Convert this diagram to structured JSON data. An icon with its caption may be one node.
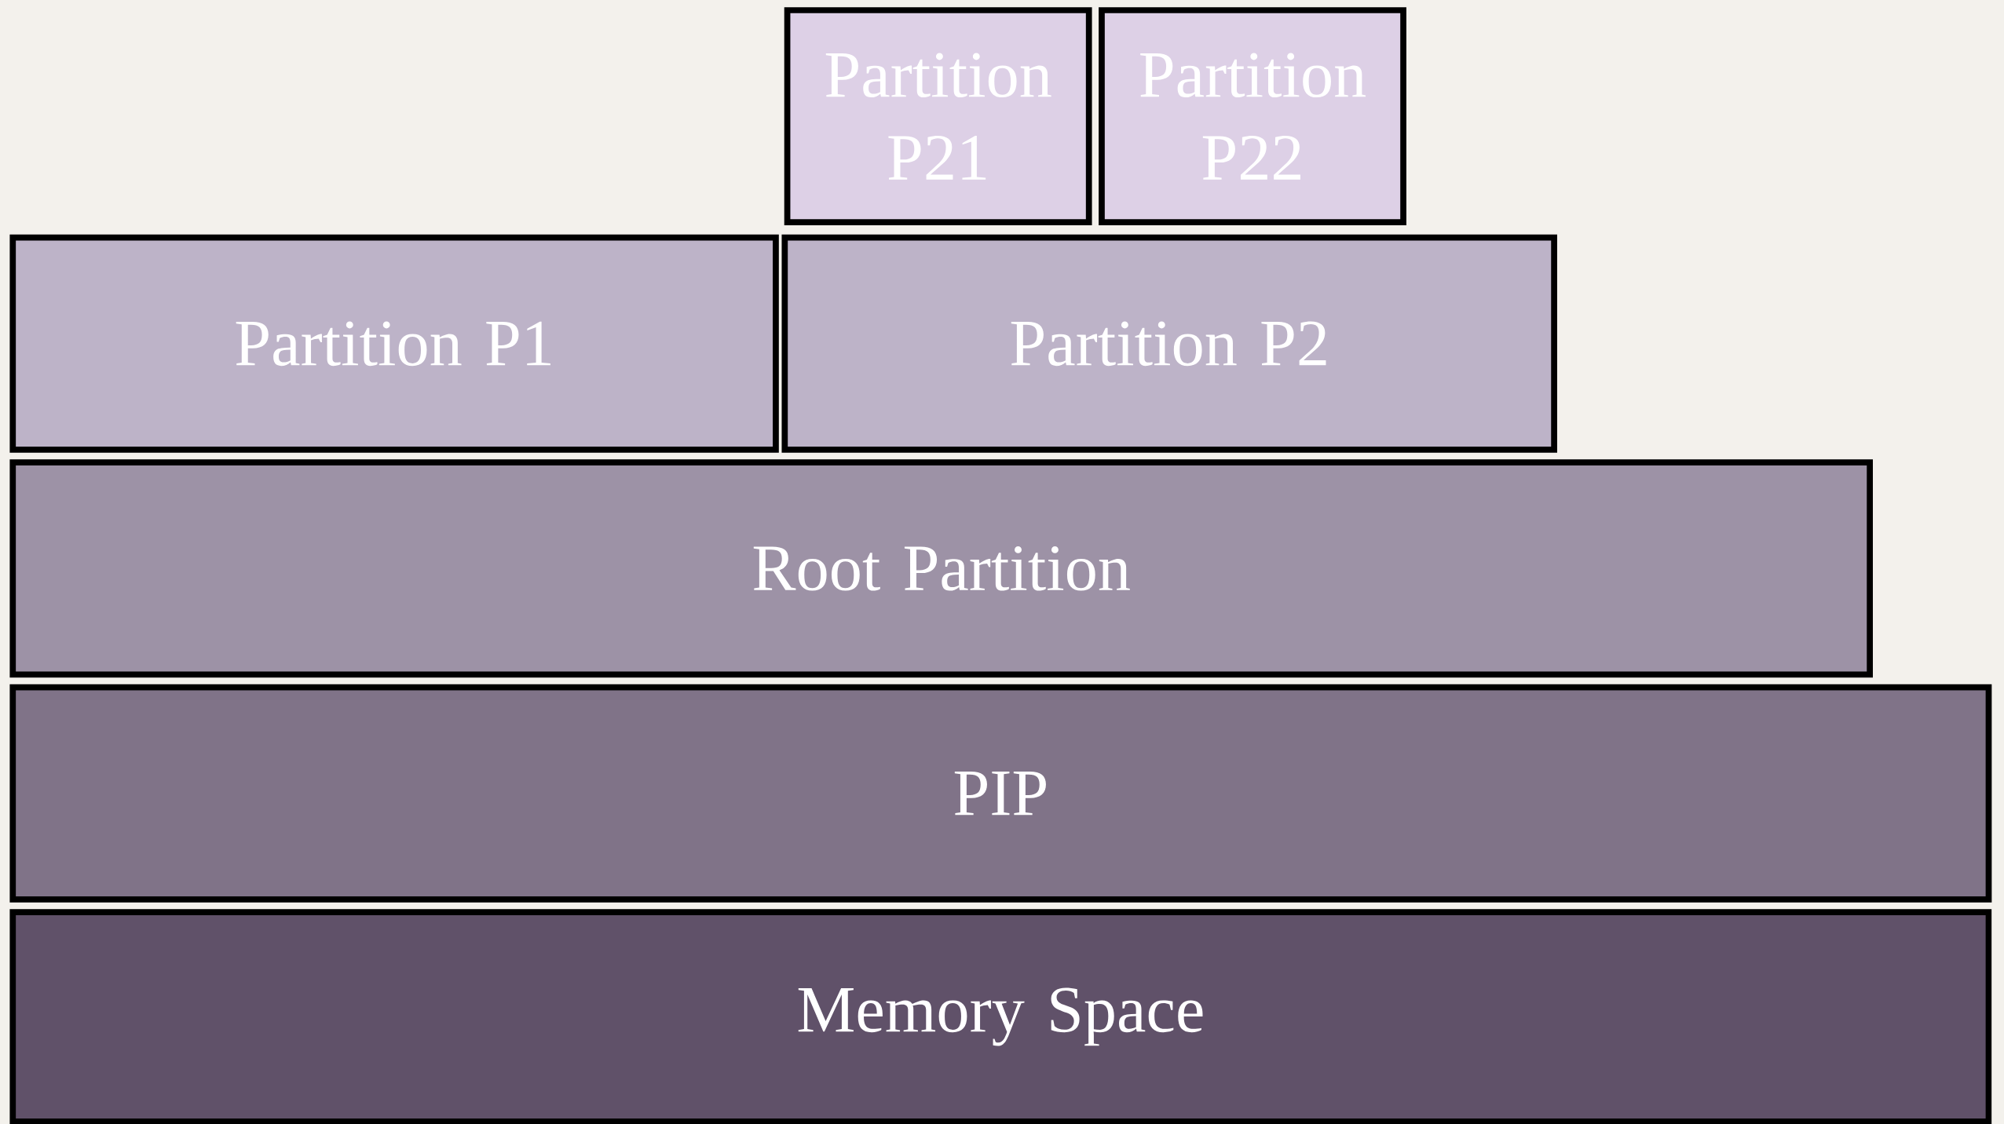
{
  "diagram": {
    "nodes": [
      {
        "text": [
          "Partition P21"
        ]
      },
      {
        "text": [
          "Partition P22"
        ]
      },
      {
        "text": [
          "Partition P1"
        ]
      },
      {
        "text": [
          "Partition P2"
        ]
      },
      {
        "text": [
          "Root Partition"
        ]
      },
      {
        "text": [
          "PIP"
        ]
      },
      {
        "text": [
          "Memory Space"
        ]
      }
    ]
  }
}
